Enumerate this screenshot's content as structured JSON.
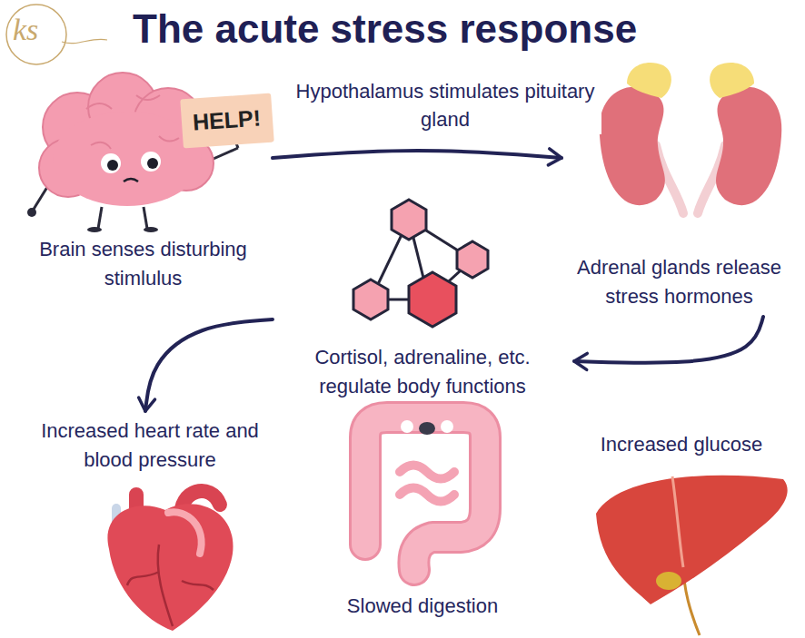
{
  "diagram": {
    "title": "The acute stress response",
    "nodes": [
      {
        "text": [
          "Brain senses disturbing stimlulus"
        ]
      },
      {
        "text": [
          "Adrenal glands release stress hormones"
        ]
      },
      {
        "text": [
          "Cortisol, adrenaline, etc. regulate body functions"
        ]
      },
      {
        "text": [
          "Increased heart rate and blood pressure"
        ]
      },
      {
        "text": [
          "Slowed digestion"
        ]
      },
      {
        "text": [
          "Increased glucose"
        ]
      }
    ],
    "edges": [
      {
        "from": 0,
        "to": 1,
        "arrow": "to",
        "label": "Hypothalamus stimulates pituitary gland"
      },
      {
        "from": 1,
        "to": 2,
        "arrow": "to"
      },
      {
        "from": 2,
        "to": 3,
        "arrow": "to"
      }
    ],
    "labels": [
      "ks",
      "HELP!"
    ]
  }
}
